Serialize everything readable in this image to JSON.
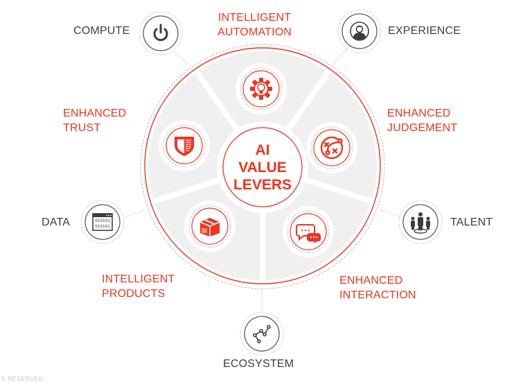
{
  "colors": {
    "accent": "#f0331f",
    "dark": "#3d3d3d",
    "wheel_fill": "#f0f0f0",
    "dashed": "#b5b5b5",
    "background": "#ffffff"
  },
  "hub": {
    "lines": [
      "AI",
      "VALUE",
      "LEVERS"
    ]
  },
  "levers": [
    {
      "id": "intelligent-automation",
      "lines": [
        "INTELLIGENT",
        "AUTOMATION"
      ],
      "icon": "gear-lightbulb-icon"
    },
    {
      "id": "enhanced-judgement",
      "lines": [
        "ENHANCED",
        "JUDGEMENT"
      ],
      "icon": "strategy-play-icon"
    },
    {
      "id": "enhanced-interaction",
      "lines": [
        "ENHANCED",
        "INTERACTION"
      ],
      "icon": "chat-bubbles-icon"
    },
    {
      "id": "intelligent-products",
      "lines": [
        "INTELLIGENT",
        "PRODUCTS"
      ],
      "icon": "package-box-icon"
    },
    {
      "id": "enhanced-trust",
      "lines": [
        "ENHANCED",
        "TRUST"
      ],
      "icon": "shield-icon"
    }
  ],
  "enablers": [
    {
      "id": "compute",
      "label": "COMPUTE",
      "icon": "power-icon"
    },
    {
      "id": "experience",
      "label": "EXPERIENCE",
      "icon": "user-profile-icon"
    },
    {
      "id": "talent",
      "label": "TALENT",
      "icon": "people-group-icon"
    },
    {
      "id": "ecosystem",
      "label": "ECOSYSTEM",
      "icon": "network-nodes-icon"
    },
    {
      "id": "data",
      "label": "DATA",
      "icon": "binary-window-icon"
    }
  ],
  "footer": {
    "text": "TS RESERVED"
  }
}
